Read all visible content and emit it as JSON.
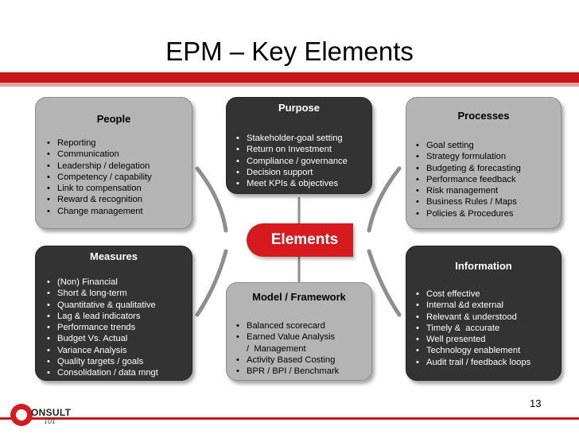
{
  "slide": {
    "title": "EPM – Key Elements",
    "page_number": "13",
    "center_label": "Elements",
    "accent_color": "#c8151b"
  },
  "boxes": {
    "people": {
      "title": "People",
      "items": [
        "Reporting",
        "Communication",
        "Leadership / delegation",
        "Competency / capability",
        "Link to compensation",
        "Reward & recognition",
        "Change management"
      ]
    },
    "purpose": {
      "title": "Purpose",
      "items": [
        "Stakeholder-goal setting",
        "Return on Investment",
        "Compliance / governance",
        "Decision support",
        "Meet KPIs & objectives"
      ]
    },
    "processes": {
      "title": "Processes",
      "items": [
        "Goal setting",
        "Strategy formulation",
        "Budgeting & forecasting",
        "Performance feedback",
        "Risk management",
        "Business Rules / Maps",
        "Policies & Procedures"
      ]
    },
    "measures": {
      "title": "Measures",
      "items": [
        "(Non) Financial",
        "Short & long-term",
        "Quantitative & qualitative",
        "Lag & lead indicators",
        "Performance trends",
        "Budget Vs. Actual",
        "Variance Analysis",
        "Quality targets / goals",
        "Consolidation / data mngt"
      ]
    },
    "model": {
      "title": "Model / Framework",
      "items": [
        "Balanced scorecard",
        "Earned Value Analysis /  Management",
        "Activity Based Costing",
        "BPR / BPI / Benchmark"
      ]
    },
    "information": {
      "title": "Information",
      "items": [
        "Cost effective",
        "Internal &d external",
        "Relevant & understood",
        "Timely &  accurate",
        "Well presented",
        "Technology enablement",
        "Audit trail / feedback loops"
      ]
    }
  },
  "logo": {
    "brand": "ONSULT",
    "sub": "101"
  }
}
